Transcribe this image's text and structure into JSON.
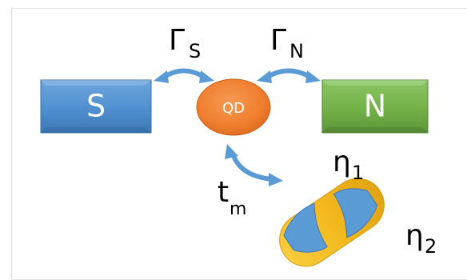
{
  "nodes": {
    "superconductor": {
      "label": "S",
      "color": "#4f8fd0"
    },
    "quantum_dot": {
      "label": "QD",
      "color": "#ef7d2e"
    },
    "normal_lead": {
      "label": "N",
      "color": "#73b147"
    },
    "majorana_wire": {
      "color": "#f3b91f",
      "mode_color": "#5b9bd5"
    }
  },
  "couplings": {
    "gamma_s": {
      "symbol": "Γ",
      "subscript": "S"
    },
    "gamma_n": {
      "symbol": "Γ",
      "subscript": "N"
    },
    "t_m": {
      "symbol": "t",
      "subscript": "m"
    }
  },
  "majorana_modes": [
    {
      "symbol": "η",
      "subscript": "1"
    },
    {
      "symbol": "η",
      "subscript": "2"
    }
  ],
  "arrow_color": "#5b9bd5"
}
